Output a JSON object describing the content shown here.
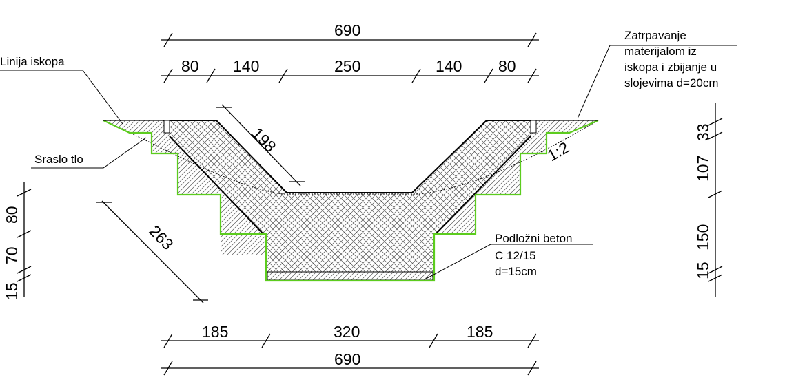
{
  "dimensions": {
    "top_total": "690",
    "top_1": "80",
    "top_2": "140",
    "top_3": "250",
    "top_4": "140",
    "top_5": "80",
    "slope_length": "198",
    "excavation_slope_length": "263",
    "bottom_1": "185",
    "bottom_2": "320",
    "bottom_3": "185",
    "bottom_total": "690",
    "left_v1": "80",
    "left_v2": "70",
    "left_v3": "15",
    "right_v1": "33",
    "right_v2": "107",
    "right_v3": "150",
    "right_v4": "15"
  },
  "labels": {
    "excavation_line": "Linija iskopa",
    "natural_ground": "Sraslo tlo",
    "backfill_line1": "Zatrpavanje",
    "backfill_line2": "materijalom iz",
    "backfill_line3": "iskopa i zbijanje u",
    "backfill_line4": "slojevima d=20cm",
    "slope_ratio": "1:2",
    "base_concrete_line1": "Podložni beton",
    "base_concrete_line2": "C 12/15",
    "base_concrete_line3": "d=15cm"
  },
  "colors": {
    "line": "#000000",
    "excavation": "#5ccc1e",
    "background": "#ffffff"
  }
}
